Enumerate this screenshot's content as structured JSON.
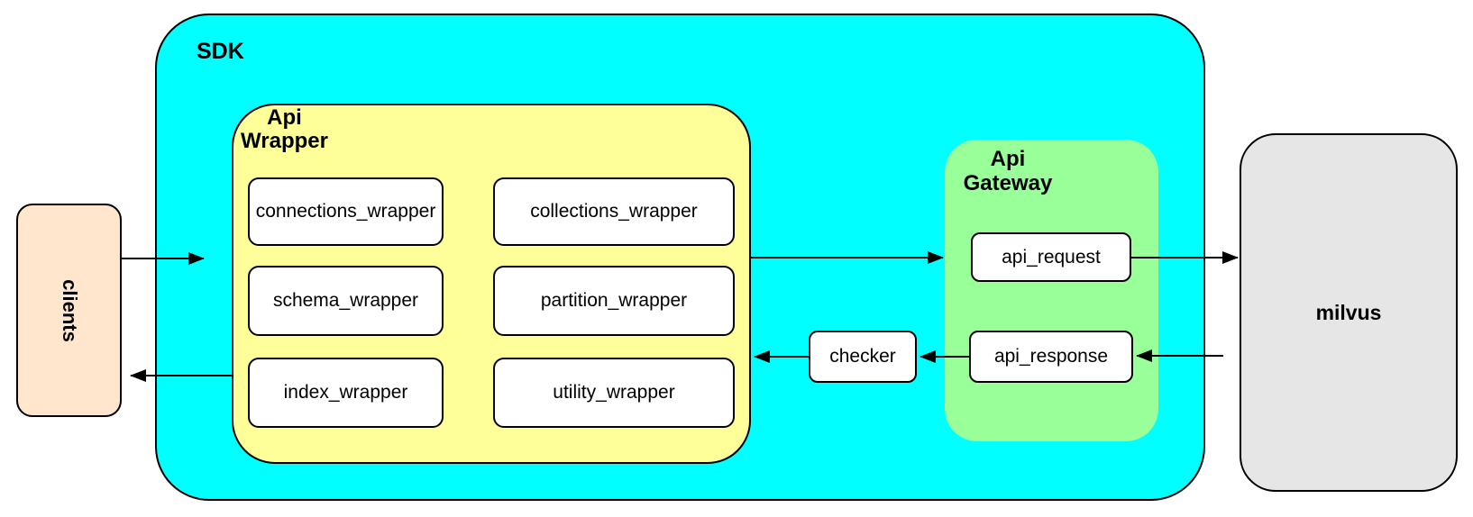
{
  "diagram": {
    "type": "architecture-flow",
    "background": "#FFFFFF"
  },
  "colors": {
    "sdk_fill": "#00FFFF",
    "api_wrapper_fill": "#FFFF99",
    "api_gateway_fill": "#99FF99",
    "clients_fill": "#FFE6CC",
    "milvus_fill": "#E6E6E6",
    "box_fill": "#FFFFFF",
    "border": "#000000",
    "text": "#000000"
  },
  "nodes": {
    "clients": {
      "label": "clients"
    },
    "sdk": {
      "label": "SDK"
    },
    "api_wrapper": {
      "label": "Api\nWrapper",
      "boxes": [
        "connections_wrapper",
        "collections_wrapper",
        "schema_wrapper",
        "partition_wrapper",
        "index_wrapper",
        "utility_wrapper"
      ]
    },
    "api_gateway": {
      "label": "Api\nGateway",
      "boxes": [
        "api_request",
        "api_response"
      ]
    },
    "checker": {
      "label": "checker"
    },
    "milvus": {
      "label": "milvus"
    }
  },
  "edges": [
    {
      "from": "clients",
      "to": "SDK"
    },
    {
      "from": "Api Wrapper",
      "to": "clients"
    },
    {
      "from": "Api Wrapper",
      "to": "Api Gateway / api_request"
    },
    {
      "from": "api_request",
      "to": "milvus"
    },
    {
      "from": "milvus",
      "to": "api_response"
    },
    {
      "from": "api_response",
      "to": "checker"
    },
    {
      "from": "checker",
      "to": "Api Wrapper"
    }
  ]
}
